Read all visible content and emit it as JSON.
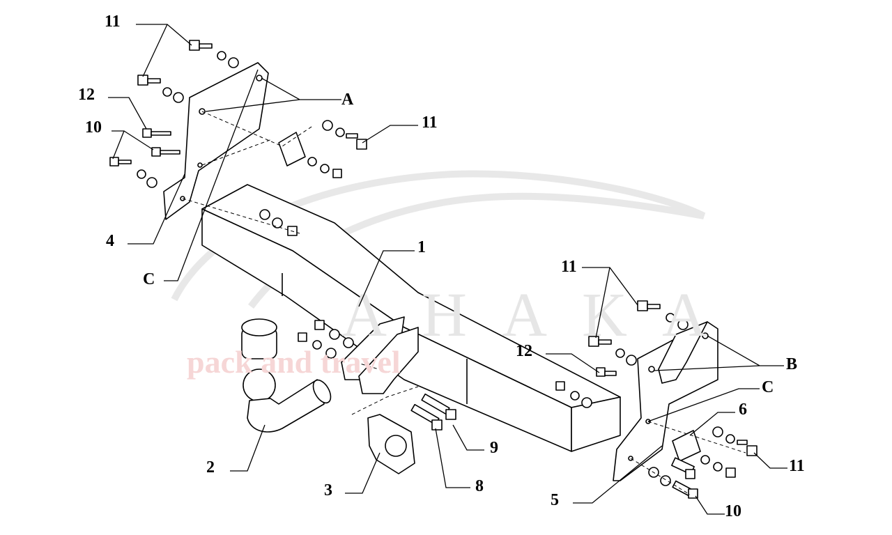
{
  "diagram": {
    "watermark": {
      "brand": "AHAKA",
      "tagline": "pack and travel"
    },
    "labels": {
      "l11a": "11",
      "l12a": "12",
      "l10a": "10",
      "lA": "A",
      "l11b": "11",
      "l4": "4",
      "lCa": "C",
      "l1": "1",
      "l11c": "11",
      "l12b": "12",
      "lB": "B",
      "lCb": "C",
      "l6": "6",
      "l11d": "11",
      "l2": "2",
      "l3": "3",
      "l8": "8",
      "l9": "9",
      "l5": "5",
      "l10b": "10"
    }
  }
}
